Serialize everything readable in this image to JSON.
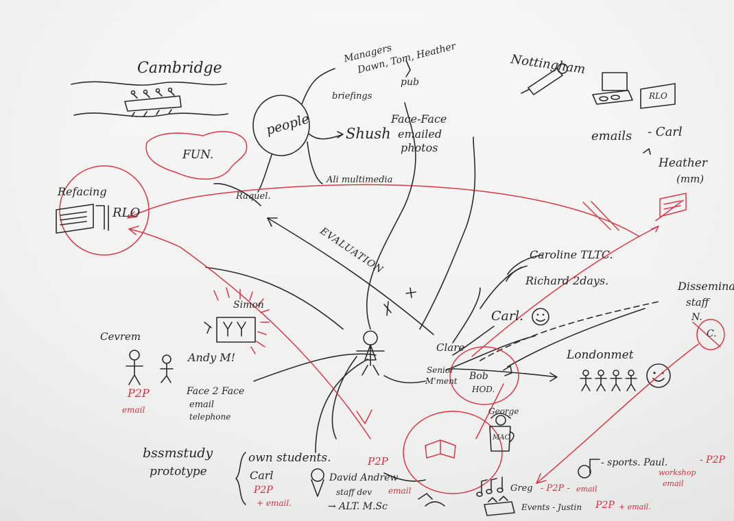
{
  "colors": {
    "paper": "#f4f5f3",
    "ink": "#2a2a2a",
    "red_ink": "#d9364a"
  },
  "labels": {
    "cambridge": "Cambridge",
    "managers": "Managers",
    "managers_names": "Dawn, Tom, Heather",
    "briefings": "briefings",
    "pub": "pub",
    "people": "people",
    "shush": "Shush",
    "face_face": "Face-Face",
    "emailed": "emailed",
    "photos": "photos",
    "ali_multimedia": "Ali multimedia",
    "raquel": "Raquel.",
    "fun": "FUN.",
    "refacing": "Refacing",
    "rlo": "RLO",
    "nottingham": "Nottingham",
    "rlo_small": "RLO",
    "emails": "emails",
    "carl_1": "- Carl",
    "heather_mm": "Heather",
    "mm": "(mm)",
    "evaluation": "EVALUATION",
    "caroline_tltc": "Caroline TLTC.",
    "richard_2days": "Richard 2days.",
    "carl_2": "Carl.",
    "disseminate": "Disseminate",
    "staff": "staff",
    "n": "N.",
    "c": "C.",
    "simon": "Simon",
    "cevrem": "Cevrem",
    "andy_m": "Andy M!",
    "p2p_1": "P2P",
    "email_1": "email",
    "face2face": "Face 2 Face",
    "email_2": "email",
    "telephone": "telephone",
    "clare": "Clare",
    "senior_mment": "Senior",
    "mment": "M'ment",
    "bob": "Bob",
    "hod": "HOD.",
    "londonmet": "Londonmet",
    "george": "George",
    "mac": "MAC",
    "bssmstudy": "bssmstudy",
    "prototype": "prototype",
    "own_students": "own students.",
    "carl_3": "Carl",
    "p2p_2": "P2P",
    "plus_email_1": "+ email.",
    "p2p_3": "P2P",
    "david_andrew": "David Andrew",
    "staff_dev": "staff dev",
    "email_3": "email",
    "alt_msc": "→ ALT. M.Sc",
    "sports_paul": "- sports. Paul.",
    "workshop": "workshop",
    "p2p_4": "- P2P",
    "email_4": "email",
    "greg": "Greg",
    "p2p_5": "- P2P -",
    "email_5": "email",
    "events_justin": "Events - Justin",
    "p2p_6": "P2P",
    "plus_email_2": "+ email."
  }
}
